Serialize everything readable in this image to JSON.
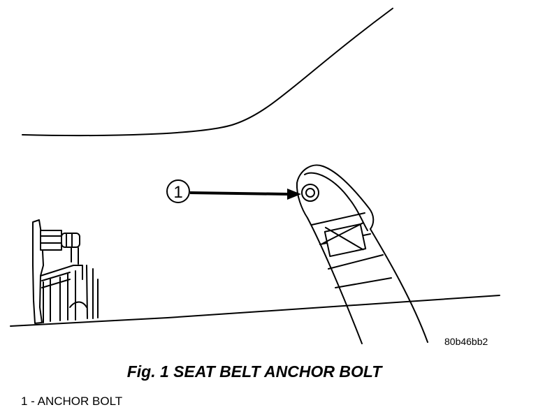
{
  "figure": {
    "caption": "Fig. 1 SEAT BELT ANCHOR BOLT",
    "image_id": "80b46bb2"
  },
  "callouts": [
    {
      "number": "1",
      "label": "ANCHOR BOLT"
    }
  ],
  "legend": {
    "items": [
      {
        "text": "1 - ANCHOR BOLT"
      }
    ]
  }
}
